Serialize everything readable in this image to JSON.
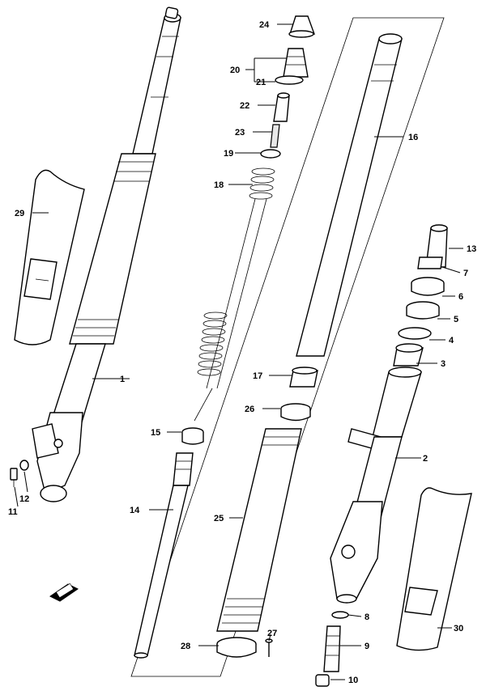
{
  "labels": {
    "l1": "1",
    "l2": "2",
    "l3": "3",
    "l4": "4",
    "l5": "5",
    "l6": "6",
    "l7": "7",
    "l8": "8",
    "l9": "9",
    "l10": "10",
    "l11": "11",
    "l12": "12",
    "l13": "13",
    "l14": "14",
    "l15": "15",
    "l16": "16",
    "l17": "17",
    "l18": "18",
    "l19": "19",
    "l20": "20",
    "l21": "21",
    "l22": "22",
    "l23": "23",
    "l24": "24",
    "l25": "25",
    "l26": "26",
    "l27": "27",
    "l28": "28",
    "l29": "29",
    "l30": "30"
  },
  "icons": {
    "direction": "forward-arrow-icon"
  }
}
